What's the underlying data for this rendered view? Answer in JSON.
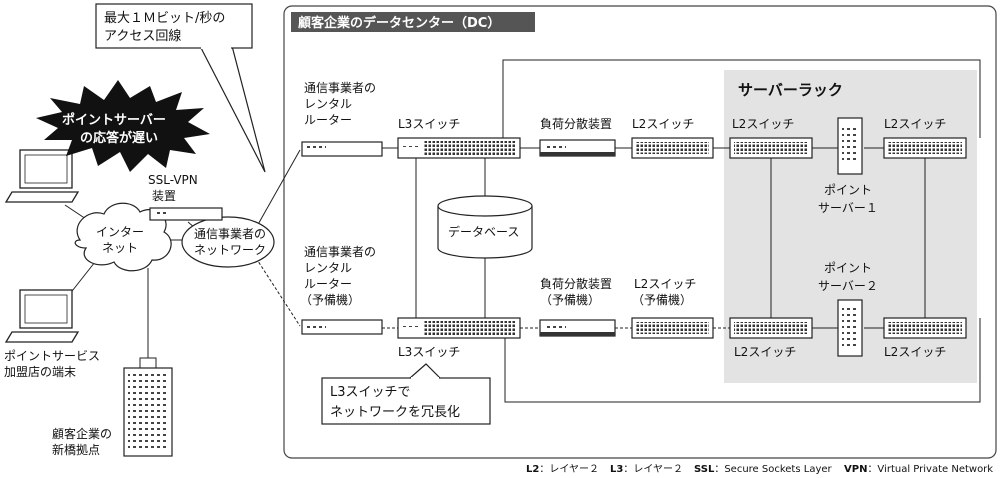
{
  "dc_title": "顧客企業のデータセンター（DC）",
  "rack_title": "サーバーラック",
  "callouts": {
    "access_line_1": "最大１Ｍビット/秒の",
    "access_line_2": "アクセス回線",
    "l3_redundancy_1": "L3スイッチで",
    "l3_redundancy_2": "ネットワークを冗長化"
  },
  "burst": {
    "line1": "ポイントサーバー",
    "line2": "の応答が遅い"
  },
  "labels": {
    "internet_1": "インター",
    "internet_2": "ネット",
    "carrier_net_1": "通信事業者の",
    "carrier_net_2": "ネットワーク",
    "sslvpn_1": "SSL-VPN",
    "sslvpn_2": "装置",
    "router_1": "通信事業者の",
    "router_2": "レンタル",
    "router_3": "ルーター",
    "router_b1": "通信事業者の",
    "router_b2": "レンタル",
    "router_b3": "ルーター",
    "router_b4": "（予備機）",
    "l3_top": "L3スイッチ",
    "l3_bottom": "L3スイッチ",
    "lb_top": "負荷分散装置",
    "lb_bottom_1": "負荷分散装置",
    "lb_bottom_2": "（予備機）",
    "l2_top": "L2スイッチ",
    "l2_bottom_1": "L2スイッチ",
    "l2_bottom_2": "（予備機）",
    "rack_l2_tl": "L2スイッチ",
    "rack_l2_tr": "L2スイッチ",
    "rack_l2_bl": "L2スイッチ",
    "rack_l2_br": "L2スイッチ",
    "database": "データベース",
    "server1_1": "ポイント",
    "server1_2": "サーバー１",
    "server2_1": "ポイント",
    "server2_2": "サーバー２",
    "terminal_1": "ポイントサービス",
    "terminal_2": "加盟店の端末",
    "office_1": "顧客企業の",
    "office_2": "新橋拠点"
  },
  "legend": [
    {
      "key": "L2",
      "value": "：レイヤー２"
    },
    {
      "key": "L3",
      "value": "：レイヤー２"
    },
    {
      "key": "SSL",
      "value": "：Secure Sockets Layer"
    },
    {
      "key": "VPN",
      "value": "：Virtual Private Network"
    }
  ]
}
